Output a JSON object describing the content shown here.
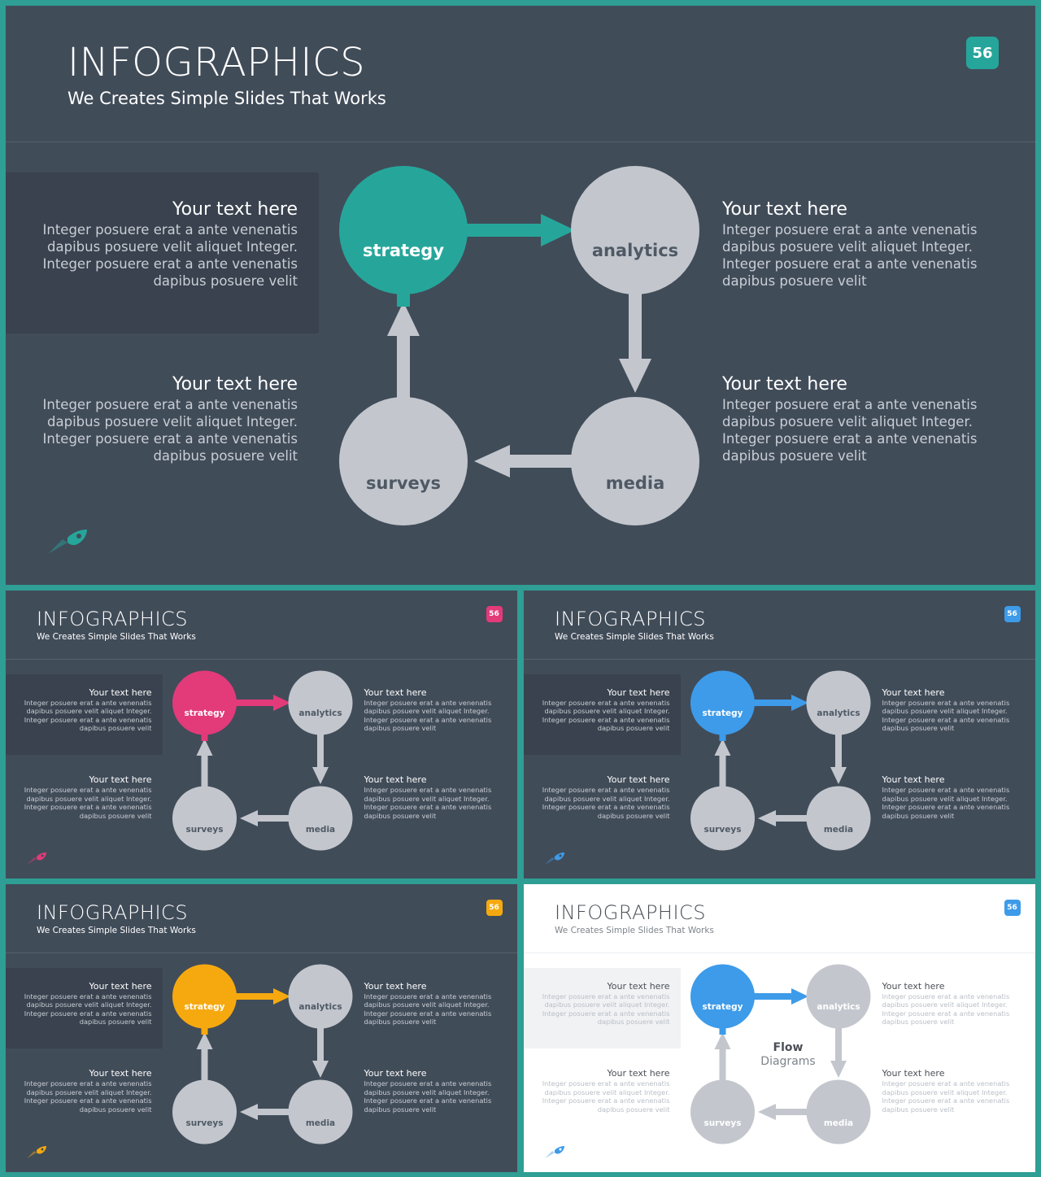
{
  "slides": [
    {
      "id": "main",
      "theme": "dark",
      "accent": "#26a69a",
      "title": "INFOGRAPHICS",
      "subtitle": "We Creates Simple Slides That Works",
      "badge": "56",
      "nodes": {
        "strategy": "strategy",
        "analytics": "analytics",
        "media": "media",
        "surveys": "surveys"
      },
      "blocks": [
        {
          "heading": "Your text here",
          "lines": [
            "Integer posuere erat a ante venenatis",
            "dapibus posuere velit aliquet Integer.",
            "Integer posuere erat a ante venenatis",
            "dapibus posuere velit"
          ]
        },
        {
          "heading": "Your text here",
          "lines": [
            "Integer posuere erat a ante venenatis",
            "dapibus posuere velit aliquet Integer.",
            "Integer posuere erat a ante venenatis",
            "dapibus posuere velit"
          ]
        },
        {
          "heading": "Your text here",
          "lines": [
            "Integer posuere erat a ante venenatis",
            "dapibus posuere velit aliquet Integer.",
            "Integer posuere erat a ante venenatis",
            "dapibus posuere velit"
          ]
        },
        {
          "heading": "Your text here",
          "lines": [
            "Integer posuere erat a ante venenatis",
            "dapibus posuere velit aliquet Integer.",
            "Integer posuere erat a ante venenatis",
            "dapibus posuere velit"
          ]
        }
      ],
      "center": null
    },
    {
      "id": "pink",
      "theme": "dark",
      "accent": "#e33a7a",
      "title": "INFOGRAPHICS",
      "subtitle": "We Creates Simple Slides That Works",
      "badge": "56",
      "nodes": {
        "strategy": "strategy",
        "analytics": "analytics",
        "media": "media",
        "surveys": "surveys"
      },
      "blocks": [
        {
          "heading": "Your text here",
          "lines": [
            "Integer posuere erat a ante venenatis",
            "dapibus posuere velit aliquet Integer.",
            "Integer posuere erat a ante venenatis",
            "dapibus posuere velit"
          ]
        },
        {
          "heading": "Your text here",
          "lines": [
            "Integer posuere erat a ante venenatis",
            "dapibus posuere velit aliquet Integer.",
            "Integer posuere erat a ante venenatis",
            "dapibus posuere velit"
          ]
        },
        {
          "heading": "Your text here",
          "lines": [
            "Integer posuere erat a ante venenatis",
            "dapibus posuere velit aliquet Integer.",
            "Integer posuere erat a ante venenatis",
            "dapibus posuere velit"
          ]
        },
        {
          "heading": "Your text here",
          "lines": [
            "Integer posuere erat a ante venenatis",
            "dapibus posuere velit aliquet Integer.",
            "Integer posuere erat a ante venenatis",
            "dapibus posuere velit"
          ]
        }
      ],
      "center": null
    },
    {
      "id": "blue",
      "theme": "dark",
      "accent": "#3d9be9",
      "title": "INFOGRAPHICS",
      "subtitle": "We Creates Simple Slides That Works",
      "badge": "56",
      "nodes": {
        "strategy": "strategy",
        "analytics": "analytics",
        "media": "media",
        "surveys": "surveys"
      },
      "blocks": [
        {
          "heading": "Your text here",
          "lines": [
            "Integer posuere erat a ante venenatis",
            "dapibus posuere velit aliquet Integer.",
            "Integer posuere erat a ante venenatis",
            "dapibus posuere velit"
          ]
        },
        {
          "heading": "Your text here",
          "lines": [
            "Integer posuere erat a ante venenatis",
            "dapibus posuere velit aliquet Integer.",
            "Integer posuere erat a ante venenatis",
            "dapibus posuere velit"
          ]
        },
        {
          "heading": "Your text here",
          "lines": [
            "Integer posuere erat a ante venenatis",
            "dapibus posuere velit aliquet Integer.",
            "Integer posuere erat a ante venenatis",
            "dapibus posuere velit"
          ]
        },
        {
          "heading": "Your text here",
          "lines": [
            "Integer posuere erat a ante venenatis",
            "dapibus posuere velit aliquet Integer.",
            "Integer posuere erat a ante venenatis",
            "dapibus posuere velit"
          ]
        }
      ],
      "center": null
    },
    {
      "id": "orange",
      "theme": "dark",
      "accent": "#f6a90f",
      "title": "INFOGRAPHICS",
      "subtitle": "We Creates Simple Slides That Works",
      "badge": "56",
      "nodes": {
        "strategy": "strategy",
        "analytics": "analytics",
        "media": "media",
        "surveys": "surveys"
      },
      "blocks": [
        {
          "heading": "Your text here",
          "lines": [
            "Integer posuere erat a ante venenatis",
            "dapibus posuere velit aliquet Integer.",
            "Integer posuere erat a ante venenatis",
            "dapibus posuere velit"
          ]
        },
        {
          "heading": "Your text here",
          "lines": [
            "Integer posuere erat a ante venenatis",
            "dapibus posuere velit aliquet Integer.",
            "Integer posuere erat a ante venenatis",
            "dapibus posuere velit"
          ]
        },
        {
          "heading": "Your text here",
          "lines": [
            "Integer posuere erat a ante venenatis",
            "dapibus posuere velit aliquet Integer.",
            "Integer posuere erat a ante venenatis",
            "dapibus posuere velit"
          ]
        },
        {
          "heading": "Your text here",
          "lines": [
            "Integer posuere erat a ante venenatis",
            "dapibus posuere velit aliquet Integer.",
            "Integer posuere erat a ante venenatis",
            "dapibus posuere velit"
          ]
        }
      ],
      "center": null
    },
    {
      "id": "light",
      "theme": "light",
      "accent": "#3d9be9",
      "title": "INFOGRAPHICS",
      "subtitle": "We Creates Simple Slides That Works",
      "badge": "56",
      "nodes": {
        "strategy": "strategy",
        "analytics": "analytics",
        "media": "media",
        "surveys": "surveys"
      },
      "blocks": [
        {
          "heading": "Your text here",
          "lines": [
            "Integer posuere erat a ante venenatis",
            "dapibus posuere velit aliquet Integer.",
            "Integer posuere erat a ante venenatis",
            "dapibus posuere velit"
          ]
        },
        {
          "heading": "Your text here",
          "lines": [
            "Integer posuere erat a ante venenatis",
            "dapibus posuere velit aliquet Integer.",
            "Integer posuere erat a ante venenatis",
            "dapibus posuere velit"
          ]
        },
        {
          "heading": "Your text here",
          "lines": [
            "Integer posuere erat a ante venenatis",
            "dapibus posuere velit aliquet Integer.",
            "Integer posuere erat a ante venenatis",
            "dapibus posuere velit"
          ]
        },
        {
          "heading": "Your text here",
          "lines": [
            "Integer posuere erat a ante venenatis",
            "dapibus posuere velit aliquet Integer.",
            "Integer posuere erat a ante venenatis",
            "dapibus posuere velit"
          ]
        }
      ],
      "center": {
        "line1": "Flow",
        "line2": "Diagrams"
      }
    }
  ]
}
